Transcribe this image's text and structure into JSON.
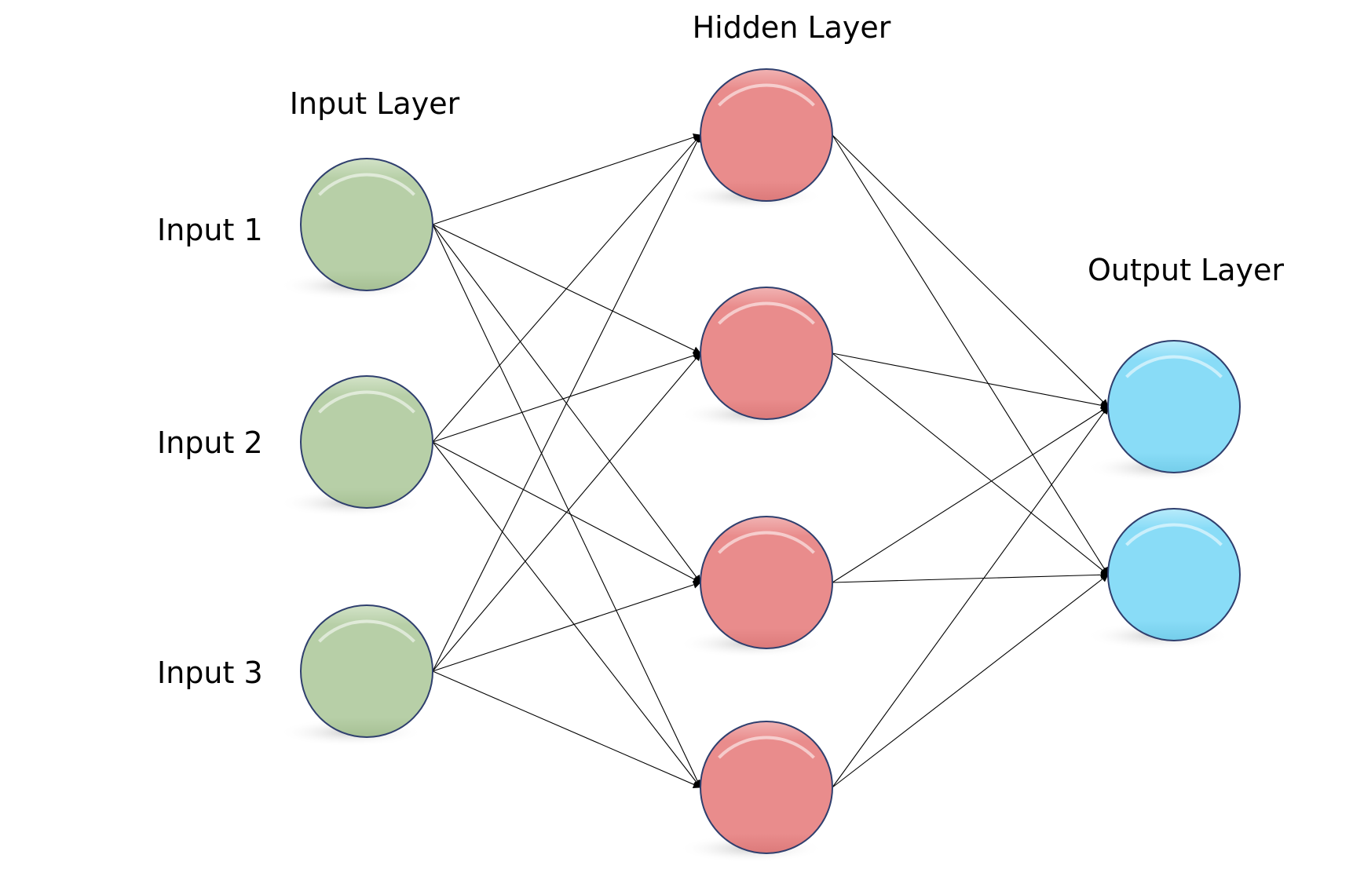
{
  "layers": {
    "input": {
      "title": "Input Layer",
      "color": "#b7cfa7",
      "node_count": 3,
      "node_labels": [
        "Input 1",
        "Input 2",
        "Input 3"
      ]
    },
    "hidden": {
      "title": "Hidden Layer",
      "color": "#e98c8c",
      "node_count": 4
    },
    "output": {
      "title": "Output Layer",
      "color": "#89dcf7",
      "node_count": 2
    }
  },
  "connections": "fully-connected",
  "edge_color": "#000000",
  "node_outline_color": "#2f3f6e"
}
